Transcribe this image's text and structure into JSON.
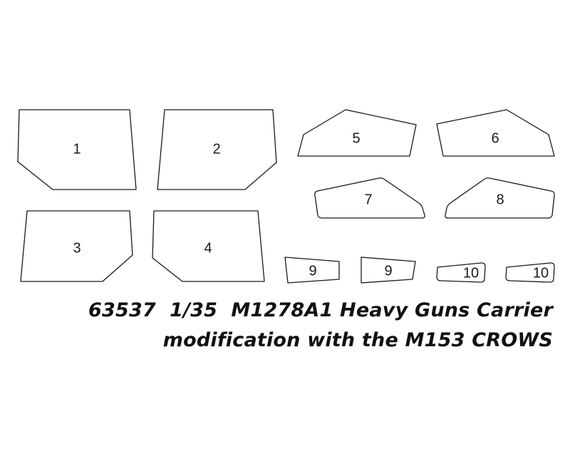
{
  "parts": [
    {
      "label": "1"
    },
    {
      "label": "2"
    },
    {
      "label": "3"
    },
    {
      "label": "4"
    },
    {
      "label": "5"
    },
    {
      "label": "6"
    },
    {
      "label": "7"
    },
    {
      "label": "8"
    },
    {
      "label": "9"
    },
    {
      "label": "9"
    },
    {
      "label": "10"
    },
    {
      "label": "10"
    }
  ],
  "caption": {
    "line1": "63537  1/35  M1278A1 Heavy Guns Carrier",
    "line2": "modification with the M153 CROWS"
  }
}
